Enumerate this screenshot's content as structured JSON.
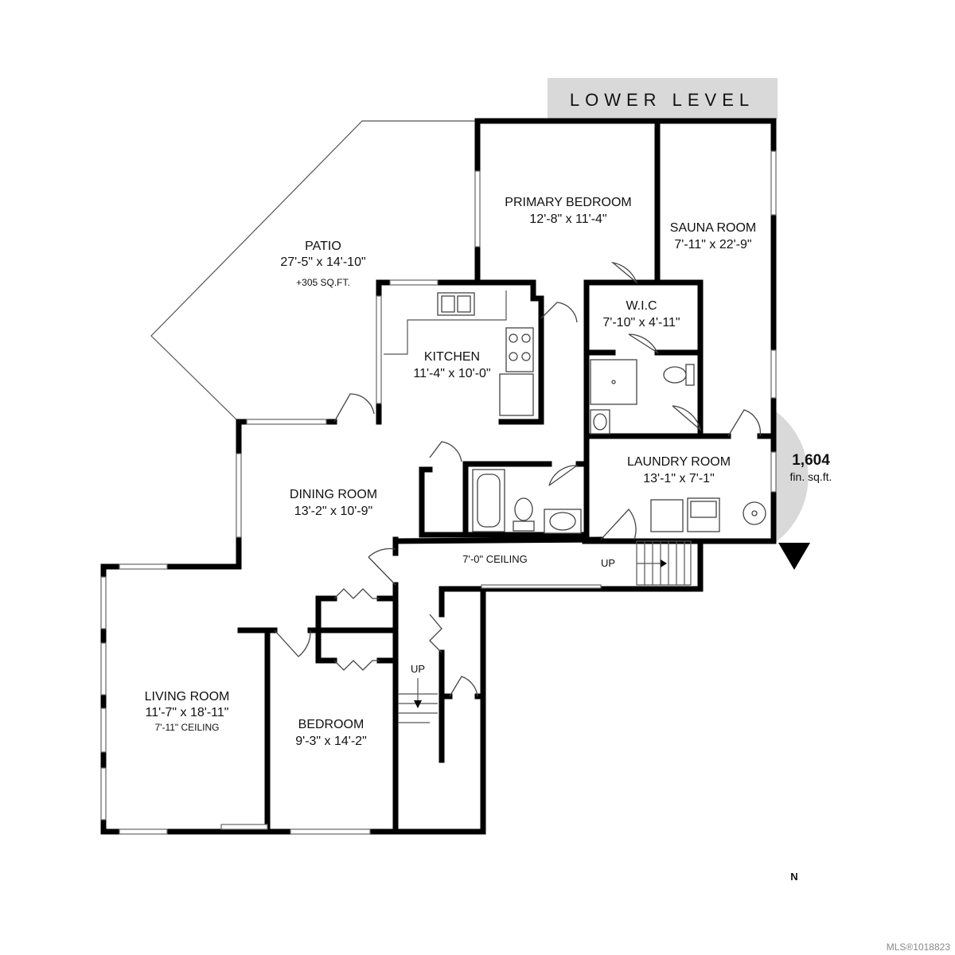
{
  "level_title": "LOWER LEVEL",
  "area": {
    "value": "1,604",
    "unit": "fin. sq.ft."
  },
  "rooms": {
    "patio": {
      "name": "PATIO",
      "dims": "27'-5\" x 14'-10\"",
      "note": "+305 SQ.FT."
    },
    "primary_bedroom": {
      "name": "PRIMARY BEDROOM",
      "dims": "12'-8\" x 11'-4\""
    },
    "sauna_room": {
      "name": "SAUNA ROOM",
      "dims": "7'-11\" x 22'-9\""
    },
    "wic": {
      "name": "W.I.C",
      "dims": "7'-10\" x 4'-11\""
    },
    "kitchen": {
      "name": "KITCHEN",
      "dims": "11'-4\" x 10'-0\""
    },
    "laundry_room": {
      "name": "LAUNDRY ROOM",
      "dims": "13'-1\" x 7'-1\""
    },
    "dining_room": {
      "name": "DINING ROOM",
      "dims": "13'-2\" x 10'-9\""
    },
    "living_room": {
      "name": "LIVING ROOM",
      "dims": "11'-7\" x 18'-11\"",
      "note": "7'-11\" CEILING"
    },
    "bedroom": {
      "name": "BEDROOM",
      "dims": "9'-3\" x 14'-2\""
    }
  },
  "hall_ceiling": "7'-0\" CEILING",
  "stairs": {
    "up_right": "UP",
    "up_left": "UP"
  },
  "compass": "N",
  "listing_id": "MLS®1018823",
  "colors": {
    "wall": "#000000",
    "title_bg": "#d9d9d9",
    "area_circle": "#d9d9d9"
  }
}
